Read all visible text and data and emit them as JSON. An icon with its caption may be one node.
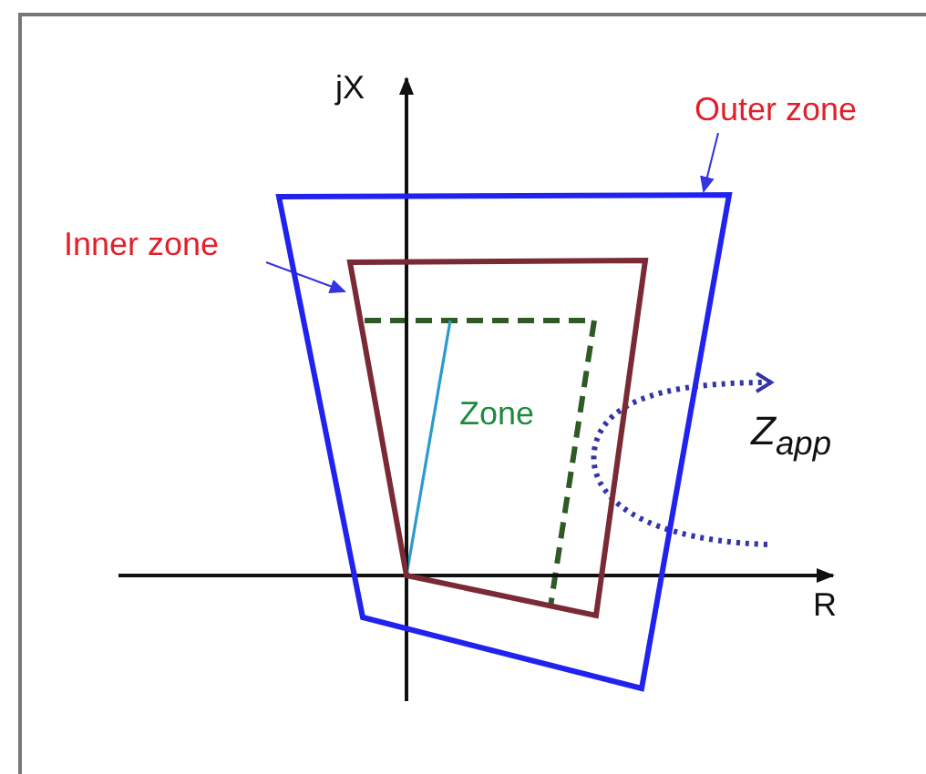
{
  "diagram": {
    "nodes": [
      {
        "text": [
          "Outer zone"
        ]
      },
      {
        "text": [],
        "shape": "box"
      },
      {
        "text": [
          "Inner zone"
        ]
      },
      {
        "text": [],
        "shape": "box",
        "in": 1
      }
    ],
    "edges": [
      {
        "from": 0,
        "to": 1,
        "arrow": "to"
      },
      {
        "from": 2,
        "to": 3,
        "arrow": "to"
      }
    ],
    "labels": [
      "jX",
      "Zone",
      "Z$_{app}$",
      "R"
    ]
  }
}
